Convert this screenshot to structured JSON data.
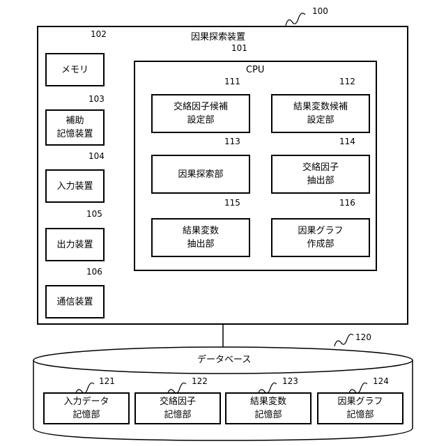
{
  "device": {
    "title": "因果探索装置",
    "ref": "100"
  },
  "cpu": {
    "title": "CPU",
    "ref": "101"
  },
  "left_units": [
    {
      "ref": "102",
      "lines": [
        "メモリ"
      ]
    },
    {
      "ref": "103",
      "lines": [
        "補助",
        "記憶装置"
      ]
    },
    {
      "ref": "104",
      "lines": [
        "入力装置"
      ]
    },
    {
      "ref": "105",
      "lines": [
        "出力装置"
      ]
    },
    {
      "ref": "106",
      "lines": [
        "通信装置"
      ]
    }
  ],
  "cpu_units": [
    {
      "ref": "111",
      "lines": [
        "交絡因子候補",
        "設定部"
      ]
    },
    {
      "ref": "112",
      "lines": [
        "結果変数候補",
        "設定部"
      ]
    },
    {
      "ref": "113",
      "lines": [
        "因果探索部"
      ]
    },
    {
      "ref": "114",
      "lines": [
        "交絡因子",
        "抽出部"
      ]
    },
    {
      "ref": "115",
      "lines": [
        "結果変数",
        "抽出部"
      ]
    },
    {
      "ref": "116",
      "lines": [
        "因果グラフ",
        "作成部"
      ]
    }
  ],
  "database": {
    "title": "データベース",
    "ref": "120"
  },
  "db_units": [
    {
      "ref": "121",
      "lines": [
        "入力データ",
        "記憶部"
      ]
    },
    {
      "ref": "122",
      "lines": [
        "交絡因子",
        "記憶部"
      ]
    },
    {
      "ref": "123",
      "lines": [
        "結果変数",
        "記憶部"
      ]
    },
    {
      "ref": "124",
      "lines": [
        "因果グラフ",
        "記憶部"
      ]
    }
  ]
}
